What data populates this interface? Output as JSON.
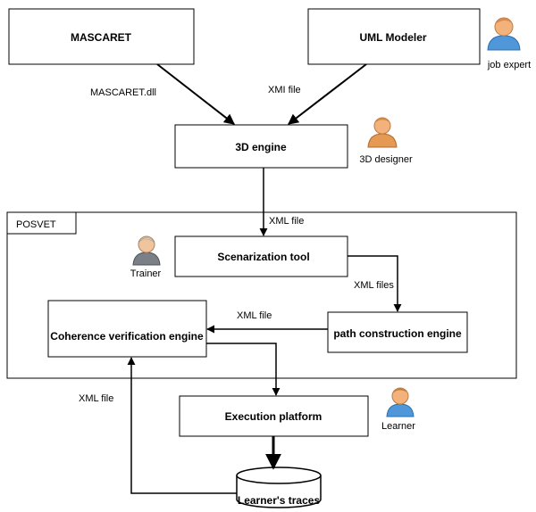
{
  "nodes": {
    "mascaret": "MASCARET",
    "uml_modeler": "UML Modeler",
    "engine_3d": "3D engine",
    "posvet": "POSVET",
    "scenarization": "Scenarization tool",
    "coherence": "Coherence verification engine",
    "path_construction": "path construction  engine",
    "execution": "Execution  platform",
    "traces": "Learner's traces"
  },
  "edges": {
    "mascaret_dll": "MASCARET.dll",
    "xmi_file": "XMI file",
    "xml_file_engine": "XML file",
    "xml_files": "XML files",
    "xml_file_path": "XML file",
    "xml_file_traces": "XML file"
  },
  "actors": {
    "job_expert": "job expert",
    "designer_3d": "3D designer",
    "trainer": "Trainer",
    "learner": "Learner"
  }
}
